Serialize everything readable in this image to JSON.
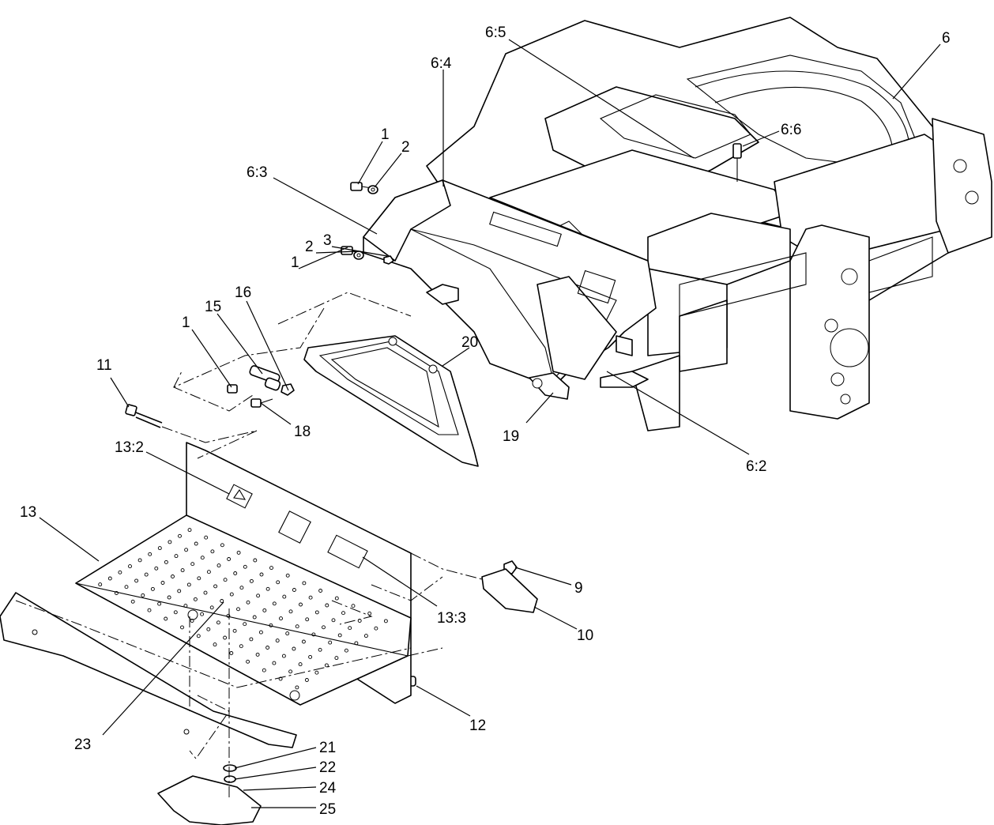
{
  "diagram": {
    "callouts": [
      {
        "id": "c-6",
        "label": "6"
      },
      {
        "id": "c-6-5",
        "label": "6:5"
      },
      {
        "id": "c-6-4",
        "label": "6:4"
      },
      {
        "id": "c-6-6",
        "label": "6:6"
      },
      {
        "id": "c-6-3",
        "label": "6:3"
      },
      {
        "id": "c-1a",
        "label": "1"
      },
      {
        "id": "c-2a",
        "label": "2"
      },
      {
        "id": "c-1b",
        "label": "1"
      },
      {
        "id": "c-2b",
        "label": "2"
      },
      {
        "id": "c-3",
        "label": "3"
      },
      {
        "id": "c-16",
        "label": "16"
      },
      {
        "id": "c-15",
        "label": "15"
      },
      {
        "id": "c-1c",
        "label": "1"
      },
      {
        "id": "c-20",
        "label": "20"
      },
      {
        "id": "c-11",
        "label": "11"
      },
      {
        "id": "c-18",
        "label": "18"
      },
      {
        "id": "c-19",
        "label": "19"
      },
      {
        "id": "c-6-2",
        "label": "6:2"
      },
      {
        "id": "c-13-2",
        "label": "13:2"
      },
      {
        "id": "c-13",
        "label": "13"
      },
      {
        "id": "c-9",
        "label": "9"
      },
      {
        "id": "c-13-3",
        "label": "13:3"
      },
      {
        "id": "c-10",
        "label": "10"
      },
      {
        "id": "c-12",
        "label": "12"
      },
      {
        "id": "c-23",
        "label": "23"
      },
      {
        "id": "c-21",
        "label": "21"
      },
      {
        "id": "c-22",
        "label": "22"
      },
      {
        "id": "c-24",
        "label": "24"
      },
      {
        "id": "c-25",
        "label": "25"
      }
    ]
  }
}
